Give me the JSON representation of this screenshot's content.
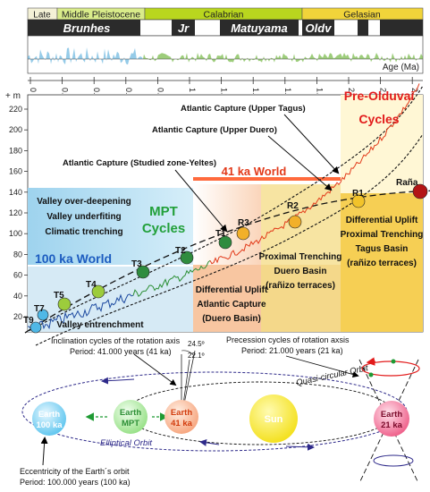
{
  "epochs": [
    {
      "label": "Late",
      "color": "#f4f1d6"
    },
    {
      "label": "Middle Pleistocene",
      "color": "#d9ec8a"
    },
    {
      "label": "Calabrian",
      "color": "#b9d61e"
    },
    {
      "label": "Gelasian",
      "color": "#f1d43a"
    }
  ],
  "chrons": {
    "brunhes": "Brunhes",
    "jr": "Jr",
    "matuyama": "Matuyama",
    "oldv": "Oldv"
  },
  "age_axis": {
    "label": "Age (Ma)",
    "ticks": [
      "0",
      "0.2",
      "0.4",
      "0.6",
      "0.8",
      "1",
      "1.2",
      "1.4",
      "1.6",
      "1.8",
      "2",
      "2.2",
      "2.4"
    ]
  },
  "elev_axis": {
    "unit": "+ m",
    "ticks": [
      "20",
      "40",
      "60",
      "80",
      "100",
      "120",
      "140",
      "160",
      "180",
      "200",
      "220"
    ]
  },
  "zones": {
    "pre_olduvai": [
      "Pre-Olduvai",
      "Cycles"
    ],
    "world_41": "41 ka World",
    "mpt": [
      "MPT",
      "Cycles"
    ],
    "world_100": "100 ka World",
    "valley": [
      "Valley over-deepening",
      "Valley underfiting",
      "Climatic trenching"
    ],
    "diff_uplift_1": [
      "Differential Uplift",
      "Atlantic Capture",
      "(Duero Basin)"
    ],
    "proximal_duero": [
      "Proximal Trenching",
      "Duero Basin",
      "(rañizo terraces)"
    ],
    "diff_uplift_2": [
      "Differential Uplift",
      "Proximal Trenching",
      "Tagus Basin",
      "(rañizo terraces)"
    ],
    "entrenchment": "Valley entrenchment"
  },
  "captures": {
    "upper_tagus": "Atlantic Capture (Upper Tagus)",
    "upper_duero": "Atlantic Capture (Upper Duero)",
    "studied": "Atlantic Capture (Studied zone-Yeltes)"
  },
  "terraces": [
    "T9",
    "T7",
    "T5",
    "T4",
    "T3",
    "T2",
    "T1",
    "R3",
    "R2",
    "R1",
    "Raña"
  ],
  "orbit": {
    "inclination": [
      "Inclination cycles of the rotation axis",
      "Period: 41.000 years (41 ka)"
    ],
    "angle_1": "24.5º",
    "angle_2": "22.1º",
    "precession": [
      "Precession cycles of rotation axsis",
      "Period: 21.000 years (21 ka)"
    ],
    "quasi": "Quasi-circular Orbit",
    "elliptical": "Elliptical Orbit",
    "eccentricity": [
      "Eccentricity of the Earth´s orbit",
      "Period: 100.000 years (100 ka)"
    ],
    "earth_100": [
      "Earth",
      "100 ka"
    ],
    "earth_mpt": [
      "Earth",
      "MPT"
    ],
    "earth_41": [
      "Earth",
      "41 ka"
    ],
    "sun": "Sun",
    "earth_21": [
      "Earth",
      "21 ka"
    ]
  }
}
